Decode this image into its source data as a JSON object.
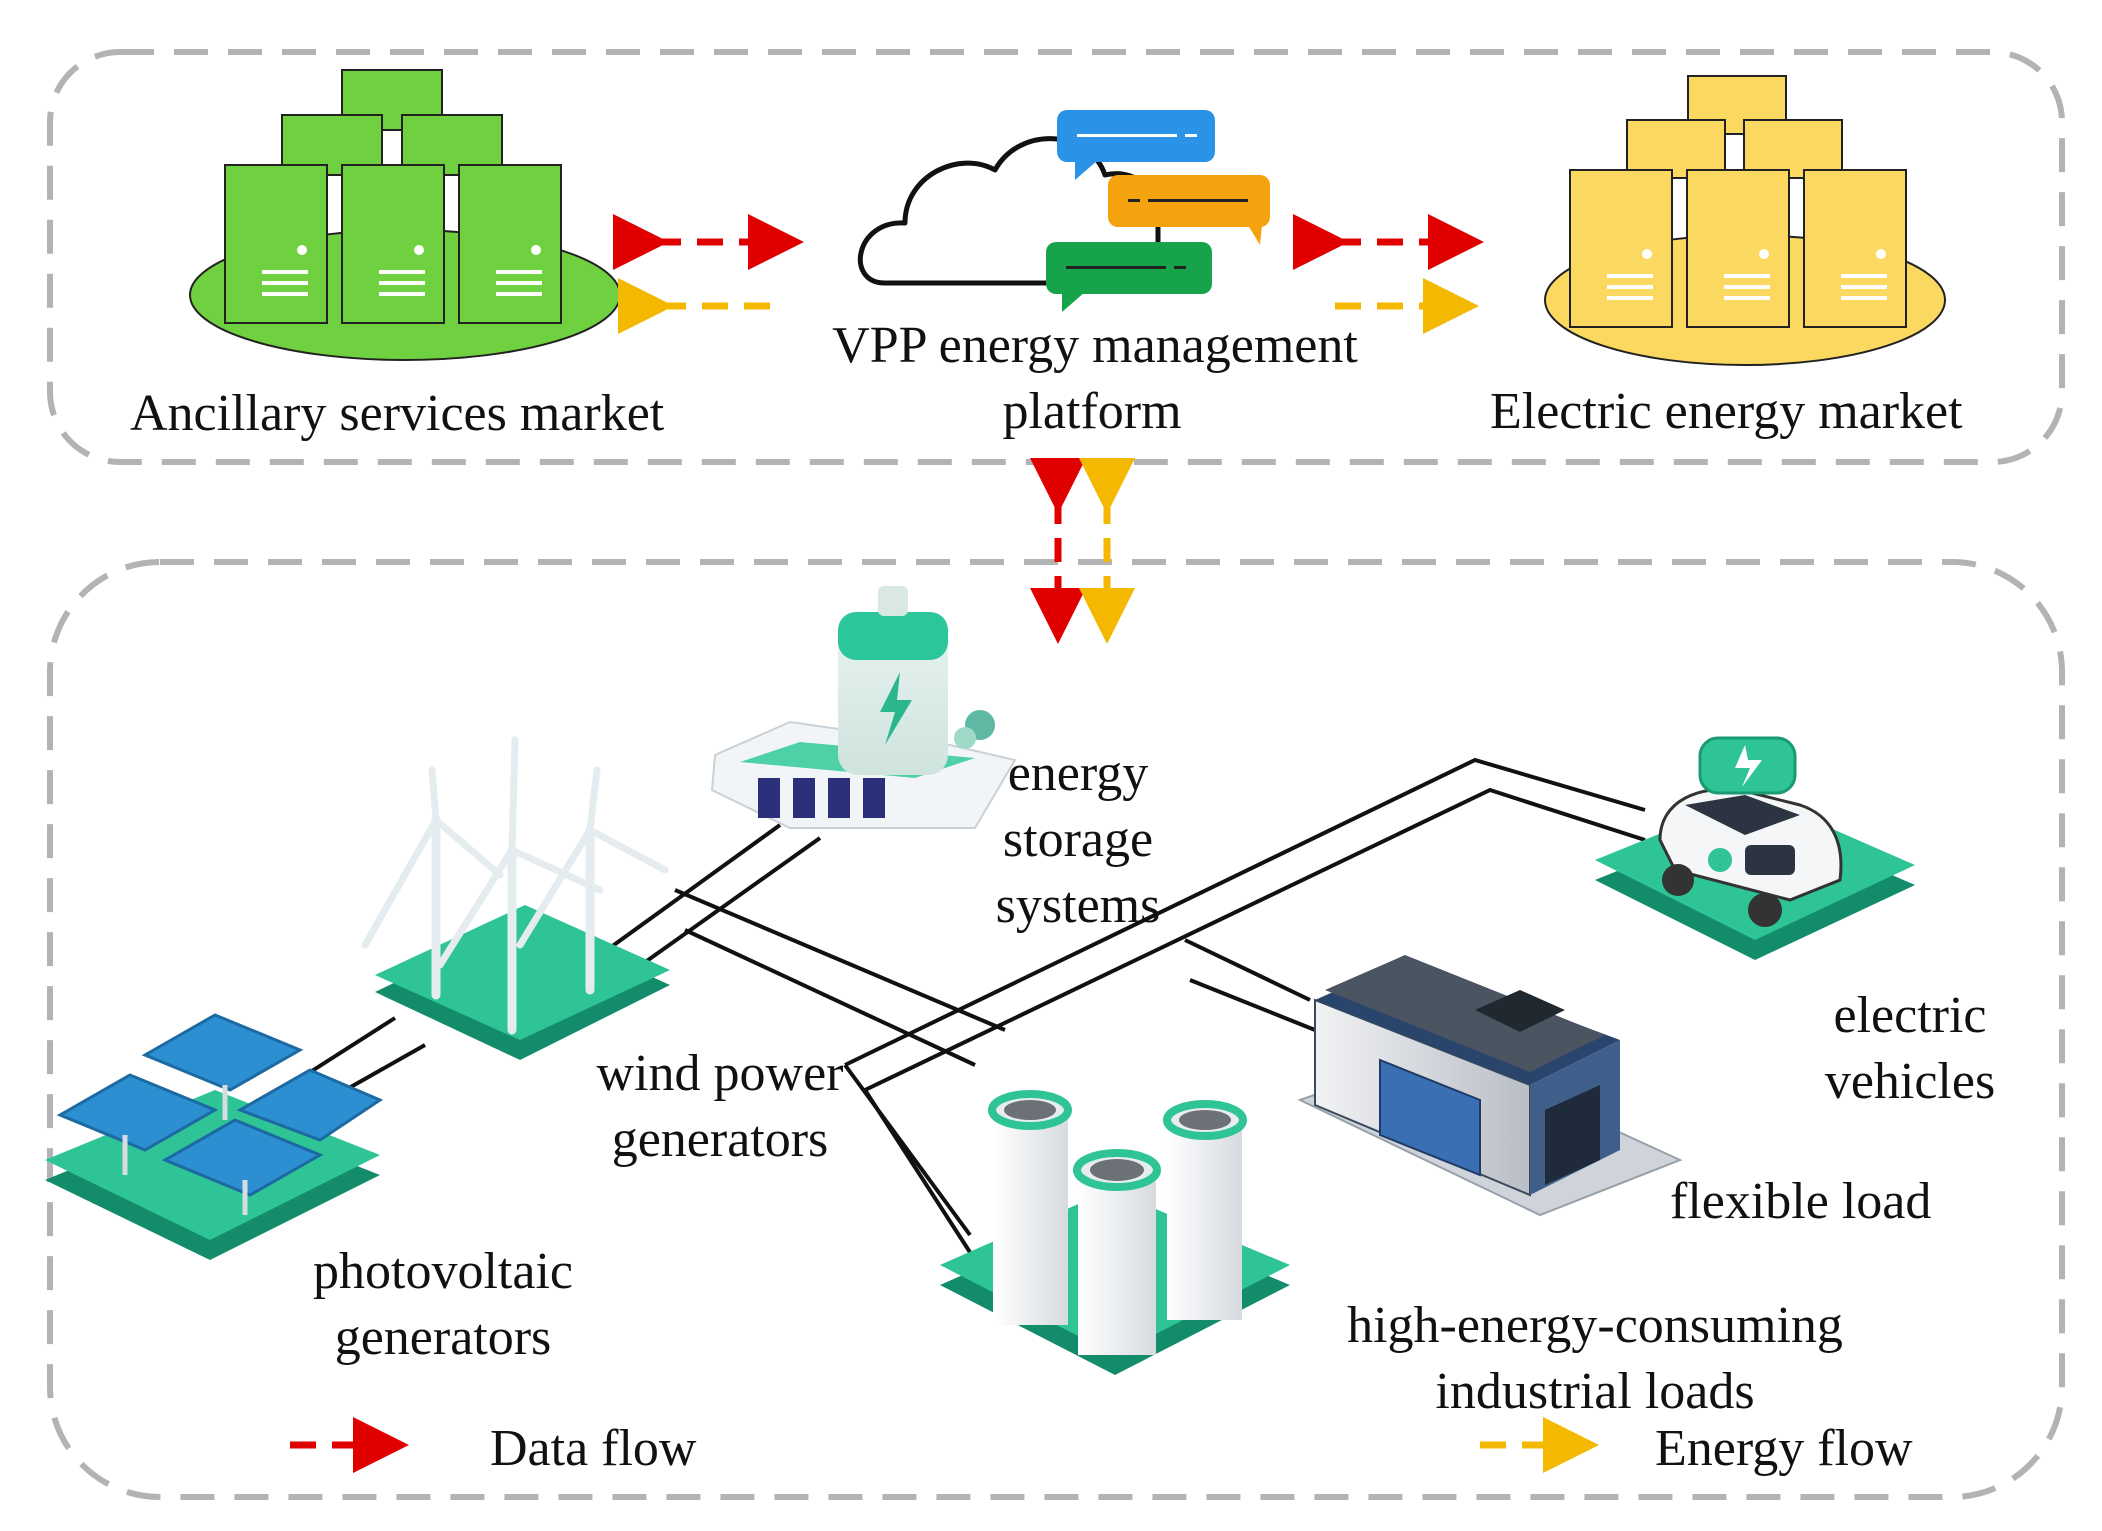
{
  "top_group": {
    "ancillary_market_label": "Ancillary services market",
    "vpp_platform_label_line1": "VPP energy management",
    "vpp_platform_label_line2": "platform",
    "electric_market_label": "Electric energy market"
  },
  "resources": {
    "energy_storage_line1": "energy",
    "energy_storage_line2": "storage",
    "energy_storage_line3": "systems",
    "wind_line1": "wind power",
    "wind_line2": "generators",
    "pv_line1": "photovoltaic",
    "pv_line2": "generators",
    "ev_line1": "electric",
    "ev_line2": "vehicles",
    "flexible_load": "flexible load",
    "industrial_line1": "high-energy-consuming",
    "industrial_line2": "industrial loads"
  },
  "legend": {
    "data_flow": "Data flow",
    "energy_flow": "Energy flow"
  },
  "colors": {
    "data_flow": "#e10000",
    "energy_flow": "#f5b800",
    "ancillary_server": "#6fd13f",
    "electric_server": "#fbd85f",
    "platform_teal": "#1fb38a",
    "group_border": "#b3b3b3"
  }
}
